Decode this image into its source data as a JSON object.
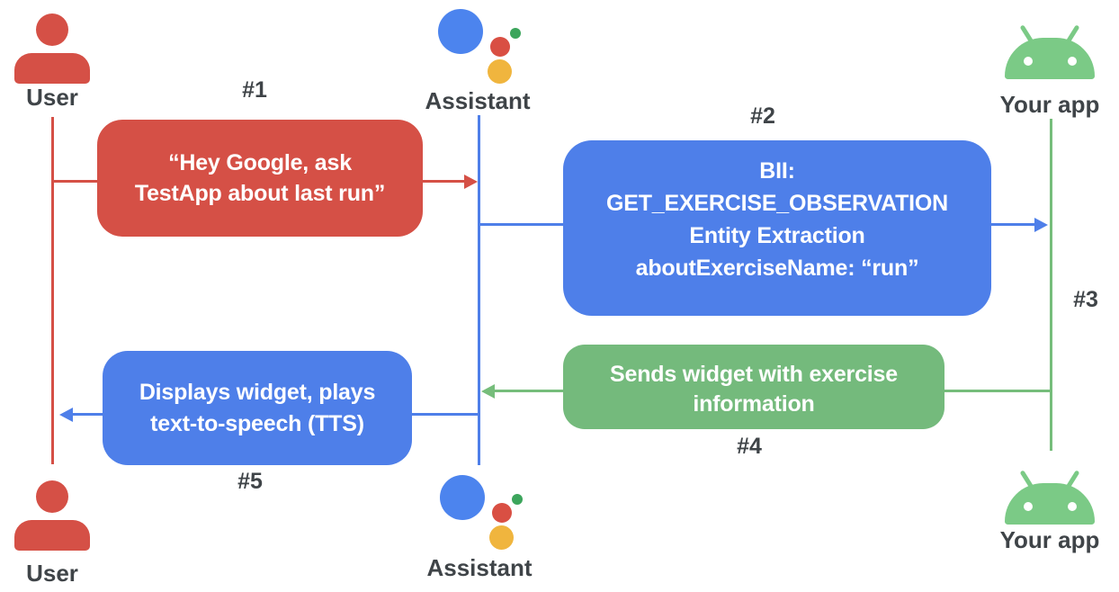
{
  "colors": {
    "user_red": "#D55046",
    "assistant_blue": "#4E7FE9",
    "logo_blue": "#4C84EE",
    "logo_red": "#D94F43",
    "logo_green": "#3CA55C",
    "logo_yellow": "#F0B53E",
    "app_green": "#7BCA86",
    "message_green": "#74BA7C",
    "green_line": "#76BD7B",
    "label_gray": "#3F4448",
    "box_text": "#FFFFFF",
    "background": "#FFFFFF"
  },
  "actors": {
    "user_top": "User",
    "assistant_top": "Assistant",
    "app_top": "Your app",
    "user_bottom": "User",
    "assistant_bottom": "Assistant",
    "app_bottom": "Your app"
  },
  "step_labels": {
    "s1": "#1",
    "s2": "#2",
    "s3": "#3",
    "s4": "#4",
    "s5": "#5"
  },
  "messages": {
    "msg1": {
      "lines": [
        "“Hey Google, ask",
        "TestApp about last run”"
      ]
    },
    "msg2": {
      "lines": [
        "BII:",
        "GET_EXERCISE_OBSERVATION",
        "Entity Extraction",
        "aboutExerciseName: “run”"
      ]
    },
    "msg4": {
      "lines": [
        "Sends widget with exercise",
        "information"
      ]
    },
    "msg5": {
      "lines": [
        "Displays widget, plays",
        "text-to-speech (TTS)"
      ]
    }
  }
}
